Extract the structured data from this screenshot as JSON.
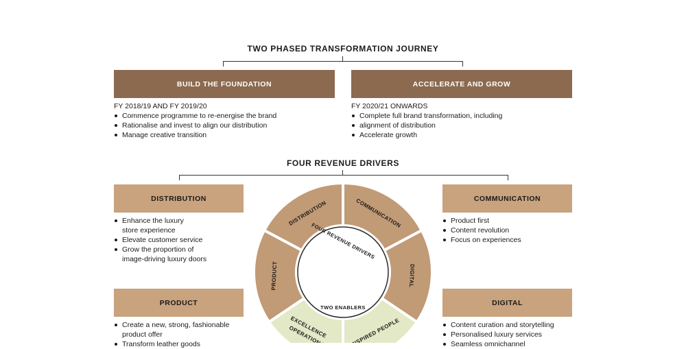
{
  "top_title": "TWO PHASED TRANSFORMATION JOURNEY",
  "phases": [
    {
      "label": "BUILD THE FOUNDATION",
      "period": "FY 2018/19 AND FY 2019/20",
      "bullets": [
        "Commence programme to re-energise the brand",
        "Rationalise and invest to align our distribution",
        "Manage creative transition"
      ]
    },
    {
      "label": "ACCELERATE AND GROW",
      "period": "FY 2020/21 ONWARDS",
      "bullets": [
        "Complete full brand transformation, including",
        "alignment of distribution",
        "Accelerate growth"
      ]
    }
  ],
  "drivers_title": "FOUR REVENUE DRIVERS",
  "drivers": {
    "distribution": {
      "label": "DISTRIBUTION",
      "bullets": [
        [
          "Enhance the luxury",
          "store experience"
        ],
        [
          "Elevate customer service"
        ],
        [
          "Grow the proportion of",
          "image-driving luxury doors"
        ]
      ]
    },
    "communication": {
      "label": "COMMUNICATION",
      "bullets": [
        [
          "Product first"
        ],
        [
          "Content revolution"
        ],
        [
          "Focus on experiences"
        ]
      ]
    },
    "product": {
      "label": "PRODUCT",
      "bullets": [
        [
          "Create a new, strong, fashionable",
          "product offer"
        ],
        [
          "Transform leather goods"
        ]
      ]
    },
    "digital": {
      "label": "DIGITAL",
      "bullets": [
        [
          "Content curation and storytelling"
        ],
        [
          "Personalised luxury services"
        ],
        [
          "Seamless omnichannel"
        ]
      ]
    }
  },
  "wheel": {
    "inner_top": "FOUR REVENUE DRIVERS",
    "inner_bottom": "TWO ENABLERS",
    "segments": {
      "distribution": "DISTRIBUTION",
      "communication": "COMMUNICATION",
      "digital": "DIGITAL",
      "product": "PRODUCT",
      "operational_line1": "OPERATIONAL",
      "operational_line2": "EXCELLENCE",
      "inspired": "INSPIRED PEOPLE"
    },
    "colors": {
      "driver": "#c19a76",
      "enabler": "#e3e8c6"
    }
  },
  "colors": {
    "phase_box": "#8c6a50",
    "driver_box": "#c9a27e"
  }
}
